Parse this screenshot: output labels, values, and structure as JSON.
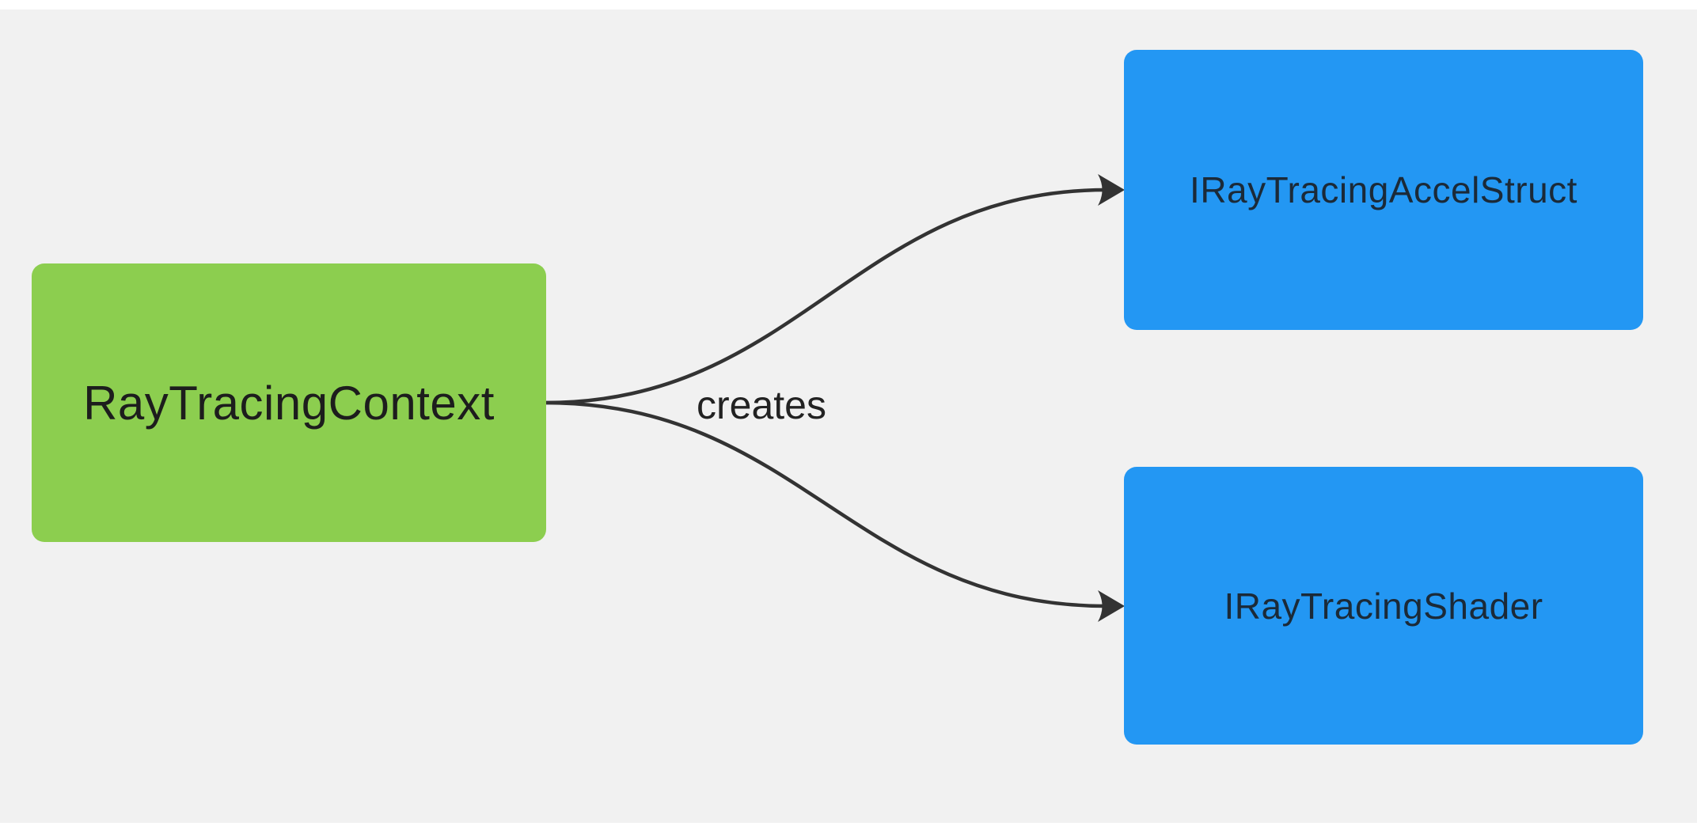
{
  "diagram": {
    "background_color": "#f1f1f1",
    "edge_color": "#333333",
    "edge_label_color": "#222222",
    "nodes": [
      {
        "id": "ray-tracing-context",
        "label": "RayTracingContext",
        "fill": "#8cce4f",
        "text_color": "#1d1d1d"
      },
      {
        "id": "iray-tracing-accel-struct",
        "label": "IRayTracingAccelStruct",
        "fill": "#2397f3",
        "text_color": "#1b2a38"
      },
      {
        "id": "iray-tracing-shader",
        "label": "IRayTracingShader",
        "fill": "#2397f3",
        "text_color": "#1b2a38"
      }
    ],
    "edges": [
      {
        "from": "RayTracingContext",
        "to": "IRayTracingAccelStruct",
        "label": "creates"
      },
      {
        "from": "RayTracingContext",
        "to": "IRayTracingShader",
        "label": "creates"
      }
    ]
  }
}
